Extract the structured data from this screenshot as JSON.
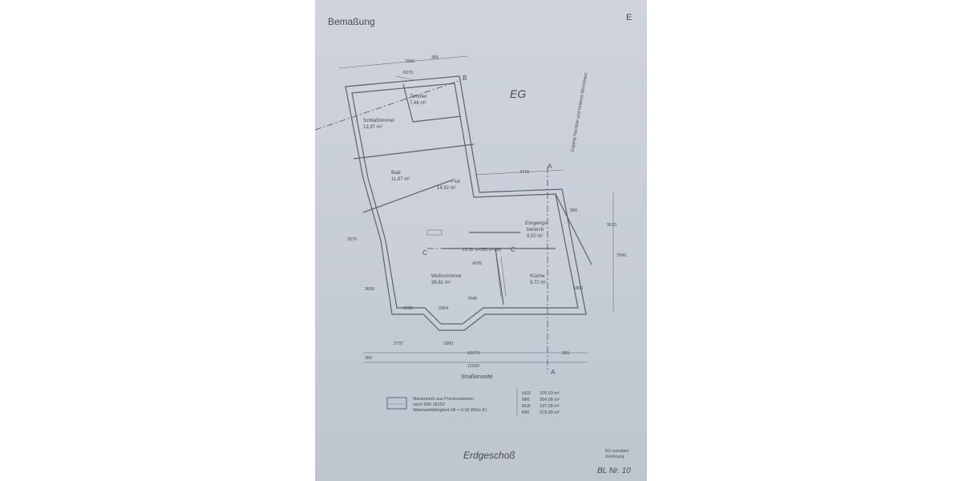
{
  "header": {
    "title": "Bemaßung",
    "corner": "E"
  },
  "floor_label": "EG",
  "street_note": "Zugang Nachbar und hinteres Wohnhaus",
  "rooms": [
    {
      "name": "Zimmer",
      "area": "7,44 m²"
    },
    {
      "name": "Schlafzimmer",
      "area": "13,97 m²"
    },
    {
      "name": "Bad",
      "area": "11,97 m²"
    },
    {
      "name": "Flur",
      "area": "14,92 m²"
    },
    {
      "name": "Eingangs-",
      "name2": "bereich",
      "area": "9,50 m²"
    },
    {
      "name": "Wohnzimmer",
      "area": "38,61 m²"
    },
    {
      "name": "Küche",
      "area": "9,72 m²"
    }
  ],
  "dimensions": {
    "top_total": "7000",
    "top_right": "365",
    "top_inner": "6270",
    "d1": "4715",
    "d2": "980",
    "d3": "3015",
    "d4": "1860",
    "d5": "7000",
    "d6": "4205",
    "d7": "7045",
    "d8": "2185",
    "d9": "2664",
    "d10": "2737",
    "d11": "1800",
    "inner_total": "10270",
    "left_edge": "365",
    "right_edge": "365",
    "total": "11000",
    "stair": "15 St. a=250 s=186",
    "side": "3600",
    "mid": "3270"
  },
  "section_marks": {
    "a_top": "A",
    "a_bottom": "A",
    "b": "B",
    "c_left": "C",
    "c_right": "C"
  },
  "street_label": "Straßenseite",
  "legend": {
    "text1": "Mauerwerk aus Porotonsteinen",
    "text2": "nach DIN 18152",
    "text3": "Wärmeleitfähigkeit λR = 0,16 W/(m K)"
  },
  "area_table": [
    {
      "key": "NGF",
      "value": "105,53 m²"
    },
    {
      "key": "NRI",
      "value": "264,08 m³"
    },
    {
      "key": "BGF",
      "value": "137,28 m²"
    },
    {
      "key": "BRI",
      "value": "378,89 m³"
    }
  ],
  "footer": {
    "handwritten": "Erdgeschoß",
    "note1": "EG vorhaben",
    "note2": "Zeichnung",
    "sheet_no": "BL Nr. 10"
  }
}
